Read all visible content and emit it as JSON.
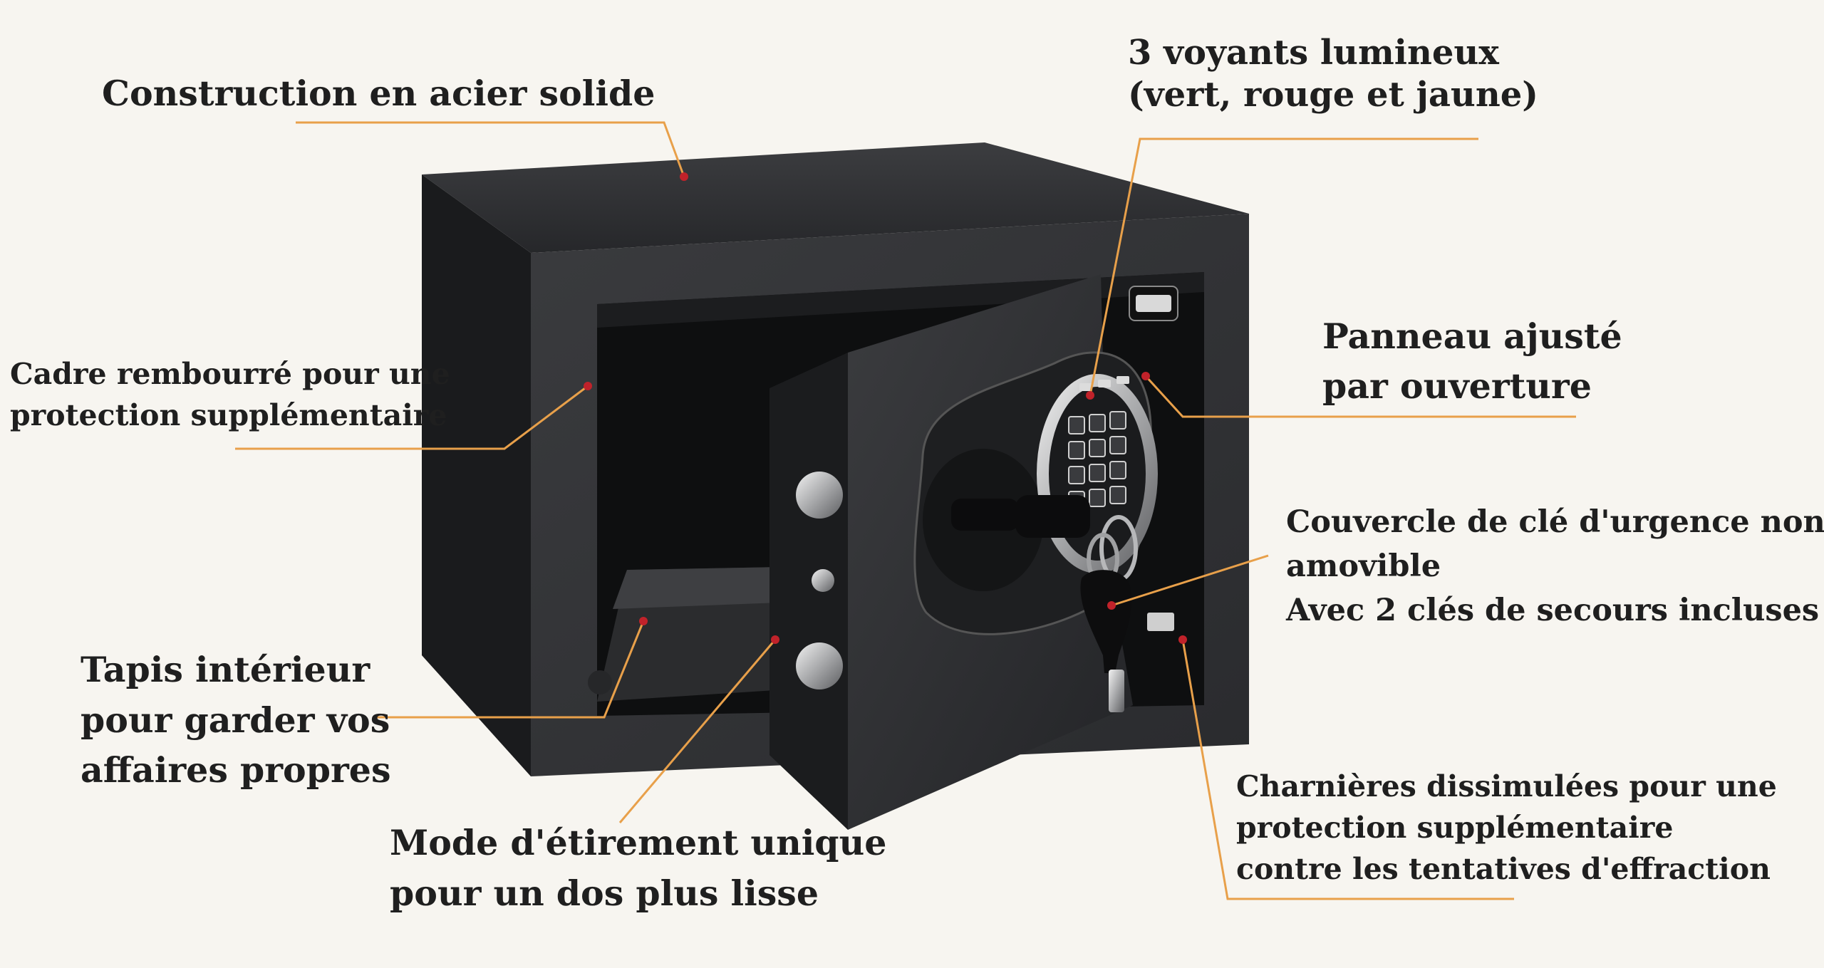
{
  "colors": {
    "background": "#f7f5f0",
    "leader_line": "#e8a04a",
    "marker_dot": "#c0222a",
    "safe_body": "#2e2f32",
    "safe_interior": "#0e0f10",
    "text": "#1f1f1f"
  },
  "callouts": {
    "construction": {
      "lines": [
        "Construction en acier solide"
      ]
    },
    "voyants": {
      "lines": [
        "3 voyants lumineux",
        "(vert, rouge et jaune)"
      ]
    },
    "cadre": {
      "lines": [
        "Cadre rembourré pour une",
        "protection supplémentaire"
      ]
    },
    "panneau": {
      "lines": [
        "Panneau ajusté",
        "par ouverture"
      ]
    },
    "couvercle": {
      "lines": [
        "Couvercle de clé d'urgence non",
        "amovible",
        "Avec 2 clés de secours incluses"
      ]
    },
    "tapis": {
      "lines": [
        "Tapis intérieur",
        "pour garder vos",
        "affaires propres"
      ]
    },
    "mode": {
      "lines": [
        "Mode d'étirement unique",
        "pour un dos plus lisse"
      ]
    },
    "charnieres": {
      "lines": [
        "Charnières dissimulées pour une",
        "protection supplémentaire",
        "contre les tentatives d'effraction"
      ]
    }
  }
}
